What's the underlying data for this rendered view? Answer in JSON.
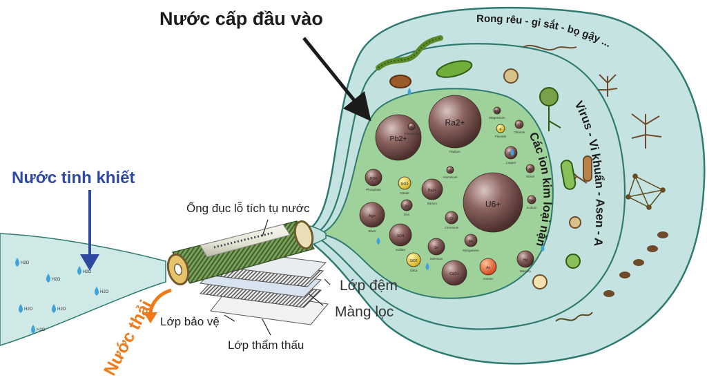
{
  "title": "Nước cấp đầu vào",
  "pure_water_label": "Nước tinh khiết",
  "waste_water_label": "Nước thải",
  "membrane_parts": {
    "collection_tube": "Ống đục lỗ tích tụ nước",
    "spacer_layer": "Lớp đệm",
    "filter_membrane": "Màng lọc",
    "protective_layer": "Lớp bảo vệ",
    "permeate_layer": "Lớp thẩm thấu"
  },
  "rings": {
    "outer": "Rong rêu - gỉ sắt - bọ gậy ...",
    "middle": "Virus - Vi khuẩn - Asen - Amip",
    "inner": "Các ion kim loại nặng"
  },
  "ions": [
    {
      "label": "Pb2+",
      "cap": "",
      "r": 33,
      "fill": "#7a5450"
    },
    {
      "label": "Ra2+",
      "cap": "Radium",
      "r": 38,
      "fill": "#7a5450"
    },
    {
      "label": "U6+",
      "cap": "",
      "r": 43,
      "fill": "#7a5450"
    },
    {
      "label": "Ba2+",
      "cap": "Barium",
      "r": 15,
      "fill": "#7a5450"
    },
    {
      "label": "PO4",
      "cap": "Phosphate",
      "r": 12,
      "fill": "#7a5450"
    },
    {
      "label": "NO3",
      "cap": "Nitrate",
      "r": 9,
      "fill": "#e8d44a"
    },
    {
      "label": "Ag+",
      "cap": "Silver",
      "r": 18,
      "fill": "#7a5450"
    },
    {
      "label": "SO4",
      "cap": "Sulfate",
      "r": 16,
      "fill": "#7a5450"
    },
    {
      "label": "Zn",
      "cap": "Zinc",
      "r": 8,
      "fill": "#7a5450"
    },
    {
      "label": "Cr",
      "cap": "Chromium",
      "r": 9,
      "fill": "#7a5450"
    },
    {
      "label": "Cd2+",
      "cap": "",
      "r": 18,
      "fill": "#7a5450"
    },
    {
      "label": "As",
      "cap": "Arsenic",
      "r": 12,
      "fill": "#e05a2a"
    },
    {
      "label": "Se",
      "cap": "Selenium",
      "r": 12,
      "fill": "#7a5450"
    },
    {
      "label": "Mn",
      "cap": "Manganese",
      "r": 9,
      "fill": "#7a5450"
    },
    {
      "label": "Hg",
      "cap": "Mercury",
      "r": 12,
      "fill": "#7a5450"
    },
    {
      "label": "SiO2",
      "cap": "Silica",
      "r": 10,
      "fill": "#e8d44a"
    },
    {
      "label": "Cu",
      "cap": "Copper",
      "r": 9,
      "fill": "#7a5450"
    },
    {
      "label": "Cl",
      "cap": "Chloride",
      "r": 6,
      "fill": "#7a5450"
    },
    {
      "label": "F",
      "cap": "Fluoride",
      "r": 6,
      "fill": "#e8d44a"
    },
    {
      "label": "Ni",
      "cap": "Nickel",
      "r": 6,
      "fill": "#7a5450"
    },
    {
      "label": "Na",
      "cap": "Sodium",
      "r": 6,
      "fill": "#7a5450"
    },
    {
      "label": "Al",
      "cap": "Aluminium",
      "r": 5,
      "fill": "#7a5450"
    },
    {
      "label": "Mg",
      "cap": "Magnesium",
      "r": 5,
      "fill": "#7a5450"
    },
    {
      "label": "K",
      "cap": "Potassium",
      "r": 5,
      "fill": "#7a5450"
    }
  ],
  "water_molecule": "H2O",
  "colors": {
    "water_fill": "#cfe9e6",
    "ring_fill": "#c5e3e2",
    "ring_stroke": "#2f7a70",
    "ion_fill": "#7a5450",
    "pure_label": "#2e4aa0",
    "waste_label": "#f07a1a",
    "arrow_blue": "#2e4aa0",
    "arrow_orange": "#f07a1a",
    "droplet": "#3fa3da",
    "membrane": "#6f9e4a"
  }
}
